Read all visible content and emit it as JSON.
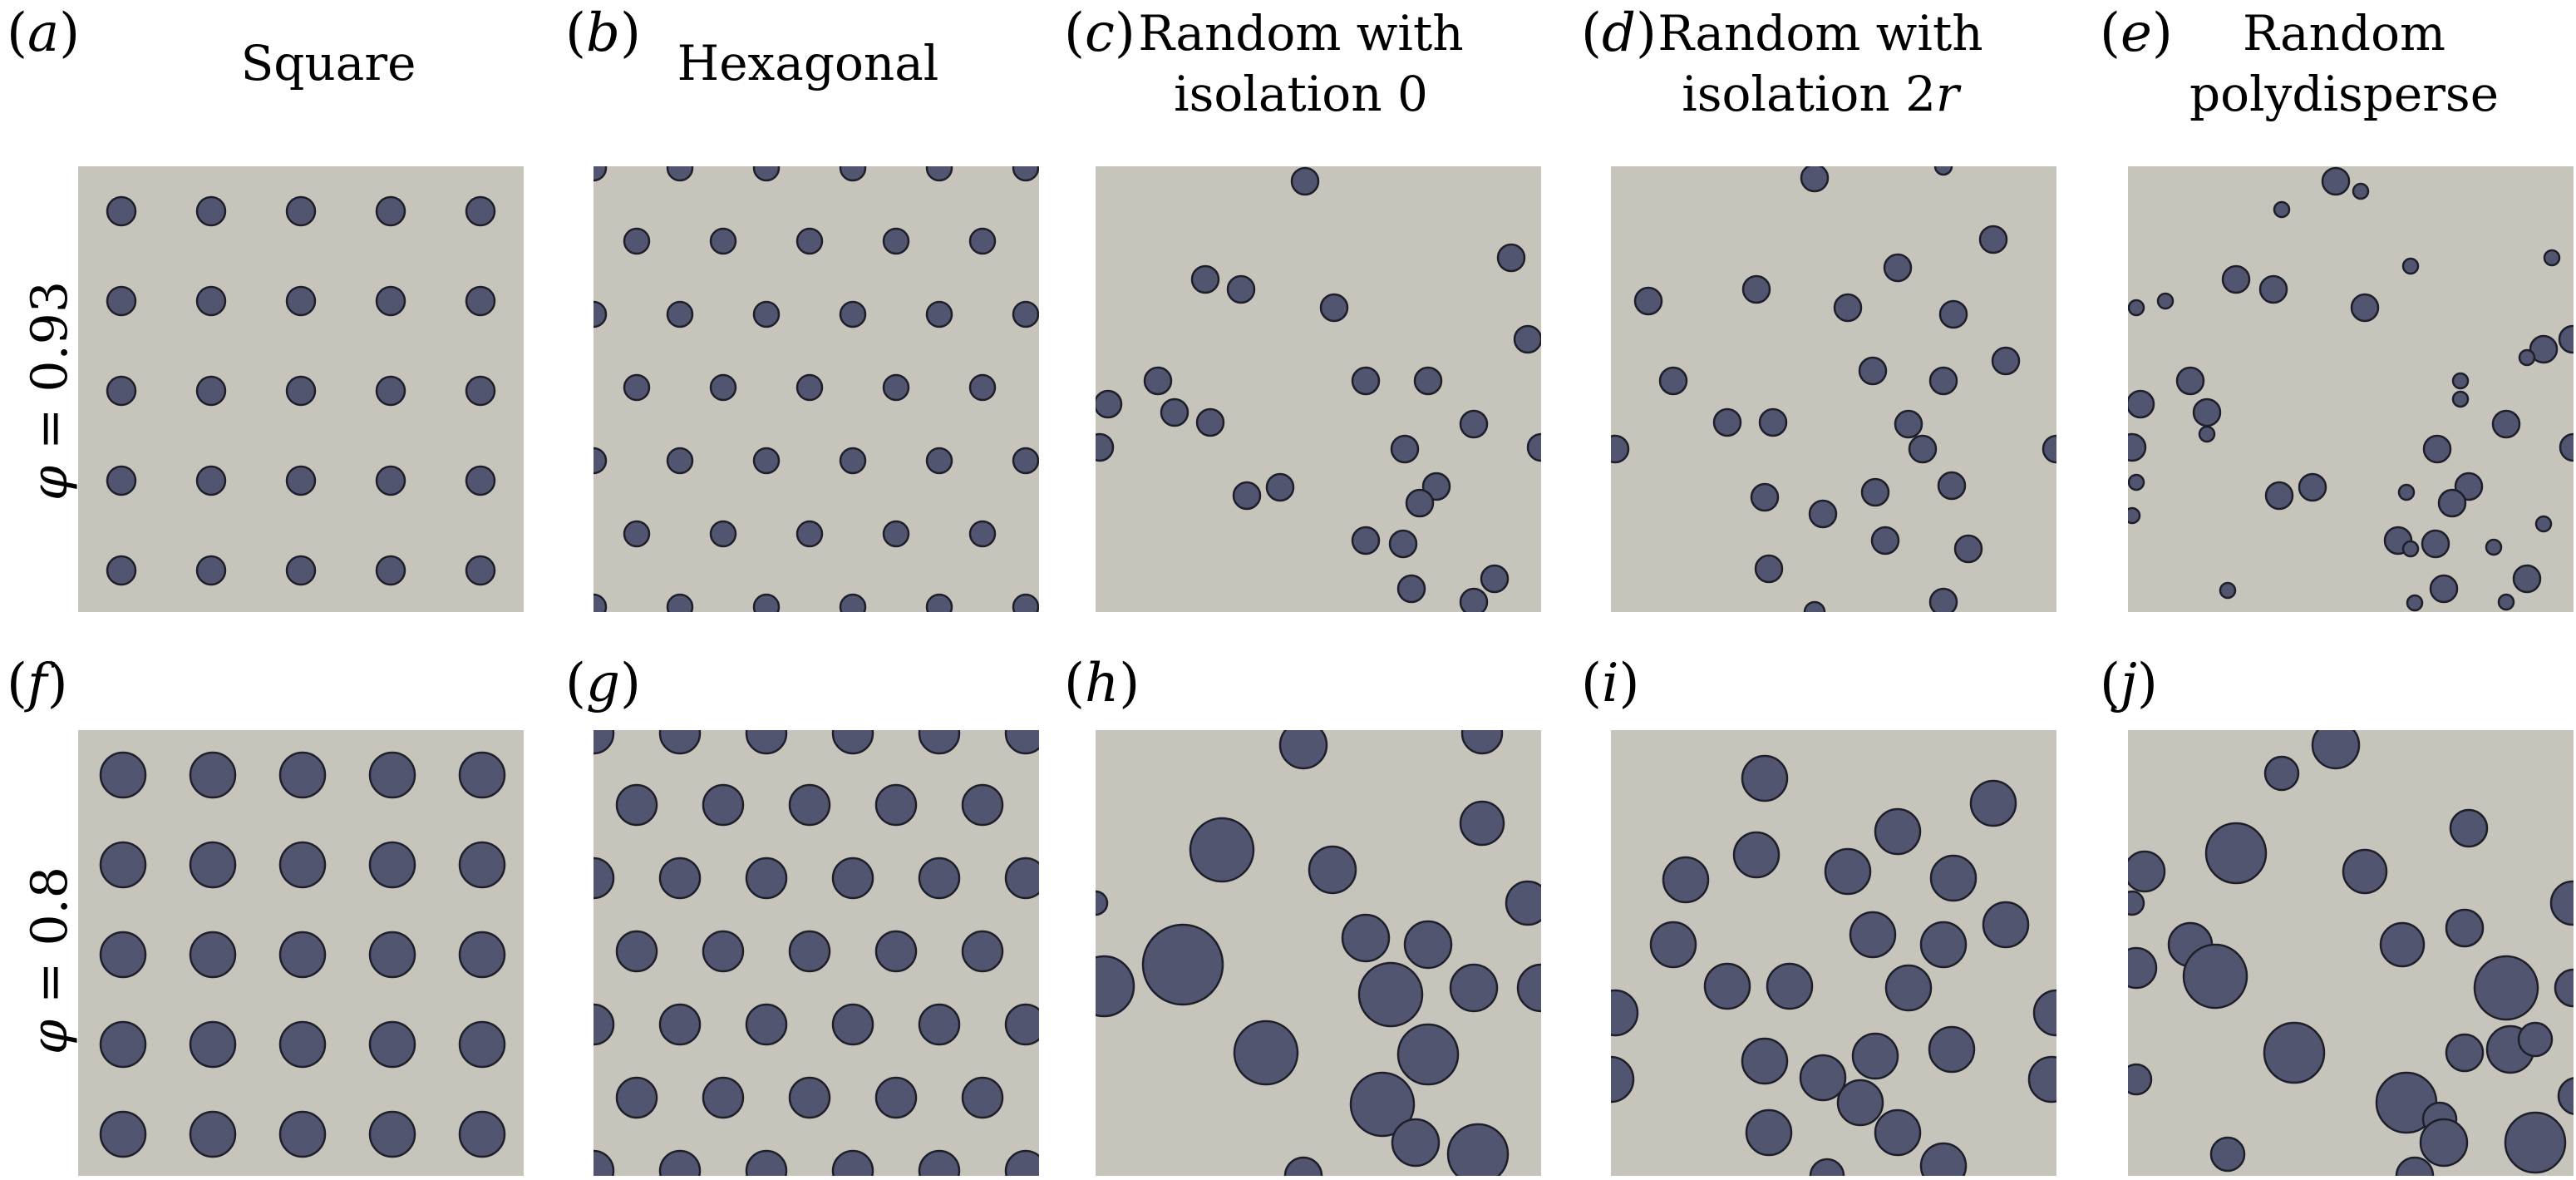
{
  "figure": {
    "columns": [
      {
        "title_line1": "Square",
        "title_line2": "",
        "title_italic": ""
      },
      {
        "title_line1": "Hexagonal",
        "title_line2": "",
        "title_italic": ""
      },
      {
        "title_line1": "Random with",
        "title_line2": "isolation 0",
        "title_italic": ""
      },
      {
        "title_line1": "Random with",
        "title_line2": "isolation 2",
        "title_italic": "r"
      },
      {
        "title_line1": "Random",
        "title_line2": "polydisperse",
        "title_italic": ""
      }
    ],
    "rows": [
      {
        "symbol": "φ",
        "equals": " = ",
        "value": "0.93"
      },
      {
        "symbol": "φ",
        "equals": " = ",
        "value": "0.8"
      }
    ],
    "panel_letters": [
      "a",
      "b",
      "c",
      "d",
      "e",
      "f",
      "g",
      "h",
      "i",
      "j"
    ],
    "colors": {
      "matrix": "#c7c4bb",
      "fiber": "#525570",
      "fiber_edge": "#1e1f2b"
    }
  }
}
